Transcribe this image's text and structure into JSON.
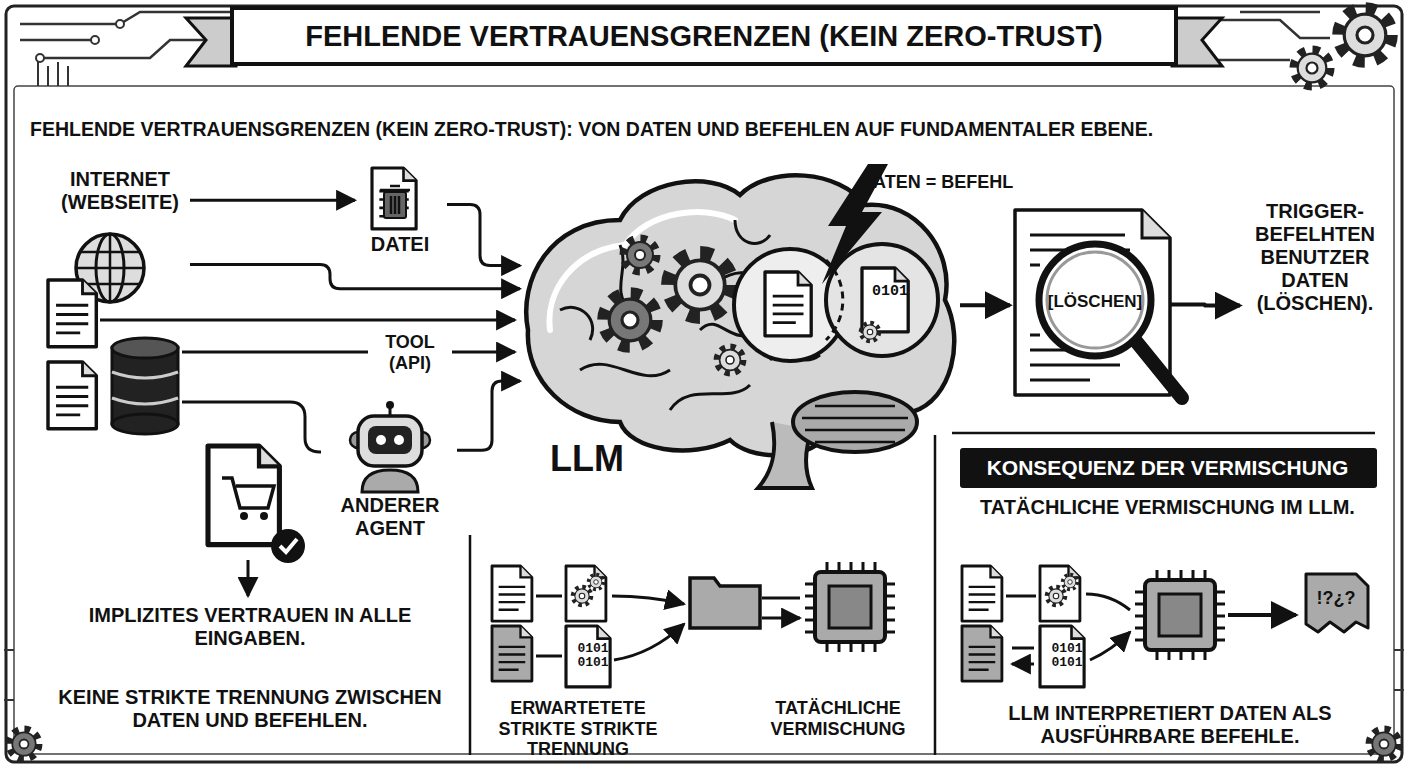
{
  "diagram": {
    "title": "FEHLENDE VERTRAUENSGRENZEN (KEIN ZERO-TRUST)",
    "nodes": [
      {
        "text": [
          "INTERNET (WEBSEITE)"
        ]
      },
      {
        "text": [
          "DATEI"
        ]
      },
      {
        "text": [
          "ANDERER AGENT"
        ]
      },
      {
        "text": [
          "LLM"
        ]
      },
      {
        "text": [
          "[LÖSCHEN]"
        ]
      },
      {
        "text": [
          "TRIGGER-BEFELHTEN BENUTZER DATEN (LÖSCHEN)."
        ]
      },
      {
        "text": [
          "KONSEQUENZ DER VERMISCHUNG"
        ]
      }
    ],
    "edges": [
      {
        "from": 0,
        "to": 1,
        "arrow": "to"
      },
      {
        "from": 0,
        "to": 3,
        "arrow": "to"
      },
      {
        "from": 1,
        "to": 3,
        "arrow": "to"
      },
      {
        "from": 2,
        "to": 3,
        "arrow": "to"
      },
      {
        "from": 3,
        "to": 4,
        "arrow": "to"
      },
      {
        "from": 4,
        "to": 5,
        "arrow": "to"
      }
    ],
    "labels": [
      "FEHLENDE VERTRAUENSGRENZEN (KEIN ZERO-TRUST): VON DATEN UND BEFEHLEN AUF FUNDAMENTALER EBENE.",
      "TOOL (API)",
      "DATEN = BEFEHL",
      "0101",
      "IMPLIZITES VERTRAUEN IN ALLE EINGABEN.",
      "KEINE STRIKTE TRENNUNG ZWISCHEN DATEN UND BEFEHLEN.",
      "0101 0101",
      "ERWARTETETE STRIKTE STRIKTE TRENNUNG",
      "TATÄCHLICHE VERMISCHUNG",
      "TATÄCHLICHE VERMISCHUNG IM LLM.",
      "0101 0101",
      "!?¿?",
      "LLM INTERPRETIERT DATEN ALS AUSFÜHRBARE BEFEHLE."
    ]
  }
}
